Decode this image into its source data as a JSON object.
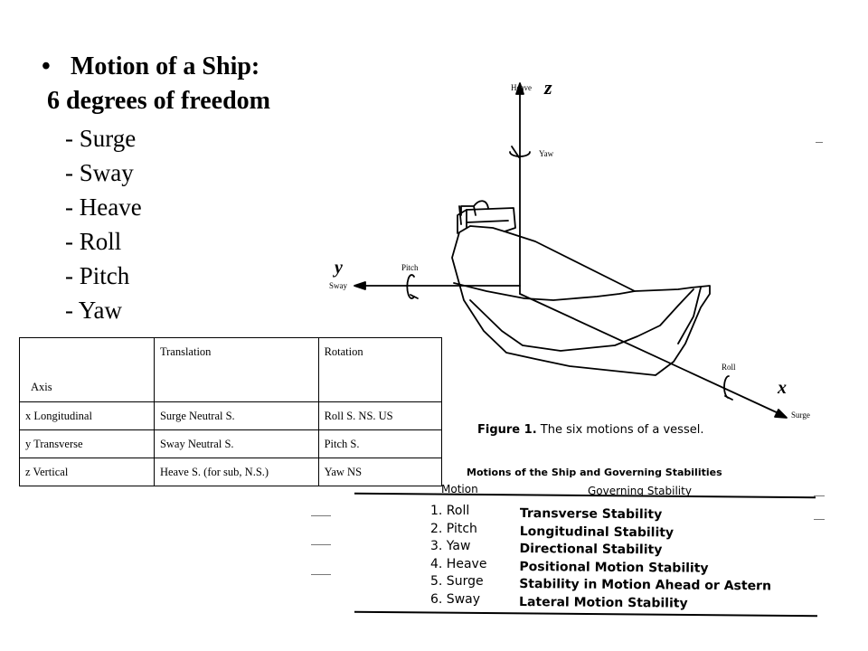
{
  "heading": {
    "bullet": "•",
    "title": "Motion of a Ship:",
    "subtitle": "6 degrees of freedom"
  },
  "dof_items": [
    "- Surge",
    "- Sway",
    "- Heave",
    "- Roll",
    "- Pitch",
    "- Yaw"
  ],
  "axis_table": {
    "headers": [
      "Axis",
      "Translation",
      "Rotation"
    ],
    "rows": [
      [
        "x   Longitudinal",
        "Surge         Neutral S.",
        "Roll    S.  NS.  US"
      ],
      [
        "y  Transverse",
        "Sway        Neutral S.",
        "Pitch         S."
      ],
      [
        "z   Vertical",
        "Heave    S. (for sub, N.S.)",
        "Yaw          NS"
      ]
    ]
  },
  "figure": {
    "labels": {
      "heave": "Heave",
      "z": "z",
      "yaw": "Yaw",
      "y": "y",
      "pitch": "Pitch",
      "sway": "Sway",
      "roll": "Roll",
      "x": "x",
      "surge": "Surge"
    },
    "caption_bold": "Figure 1.",
    "caption_text": " The six motions of a vessel."
  },
  "motions_table": {
    "title": "Motions of the Ship and Governing Stabilities",
    "col_motion": "Motion",
    "col_stability": "Governing Stability",
    "motions": [
      "1. Roll",
      "2. Pitch",
      "3. Yaw",
      "4. Heave",
      "5. Surge",
      "6. Sway"
    ],
    "stabilities": [
      "Transverse Stability",
      "Longitudinal Stability",
      "Directional Stability",
      "Positional Motion Stability",
      "Stability in Motion Ahead or Astern",
      "Lateral Motion Stability"
    ]
  }
}
